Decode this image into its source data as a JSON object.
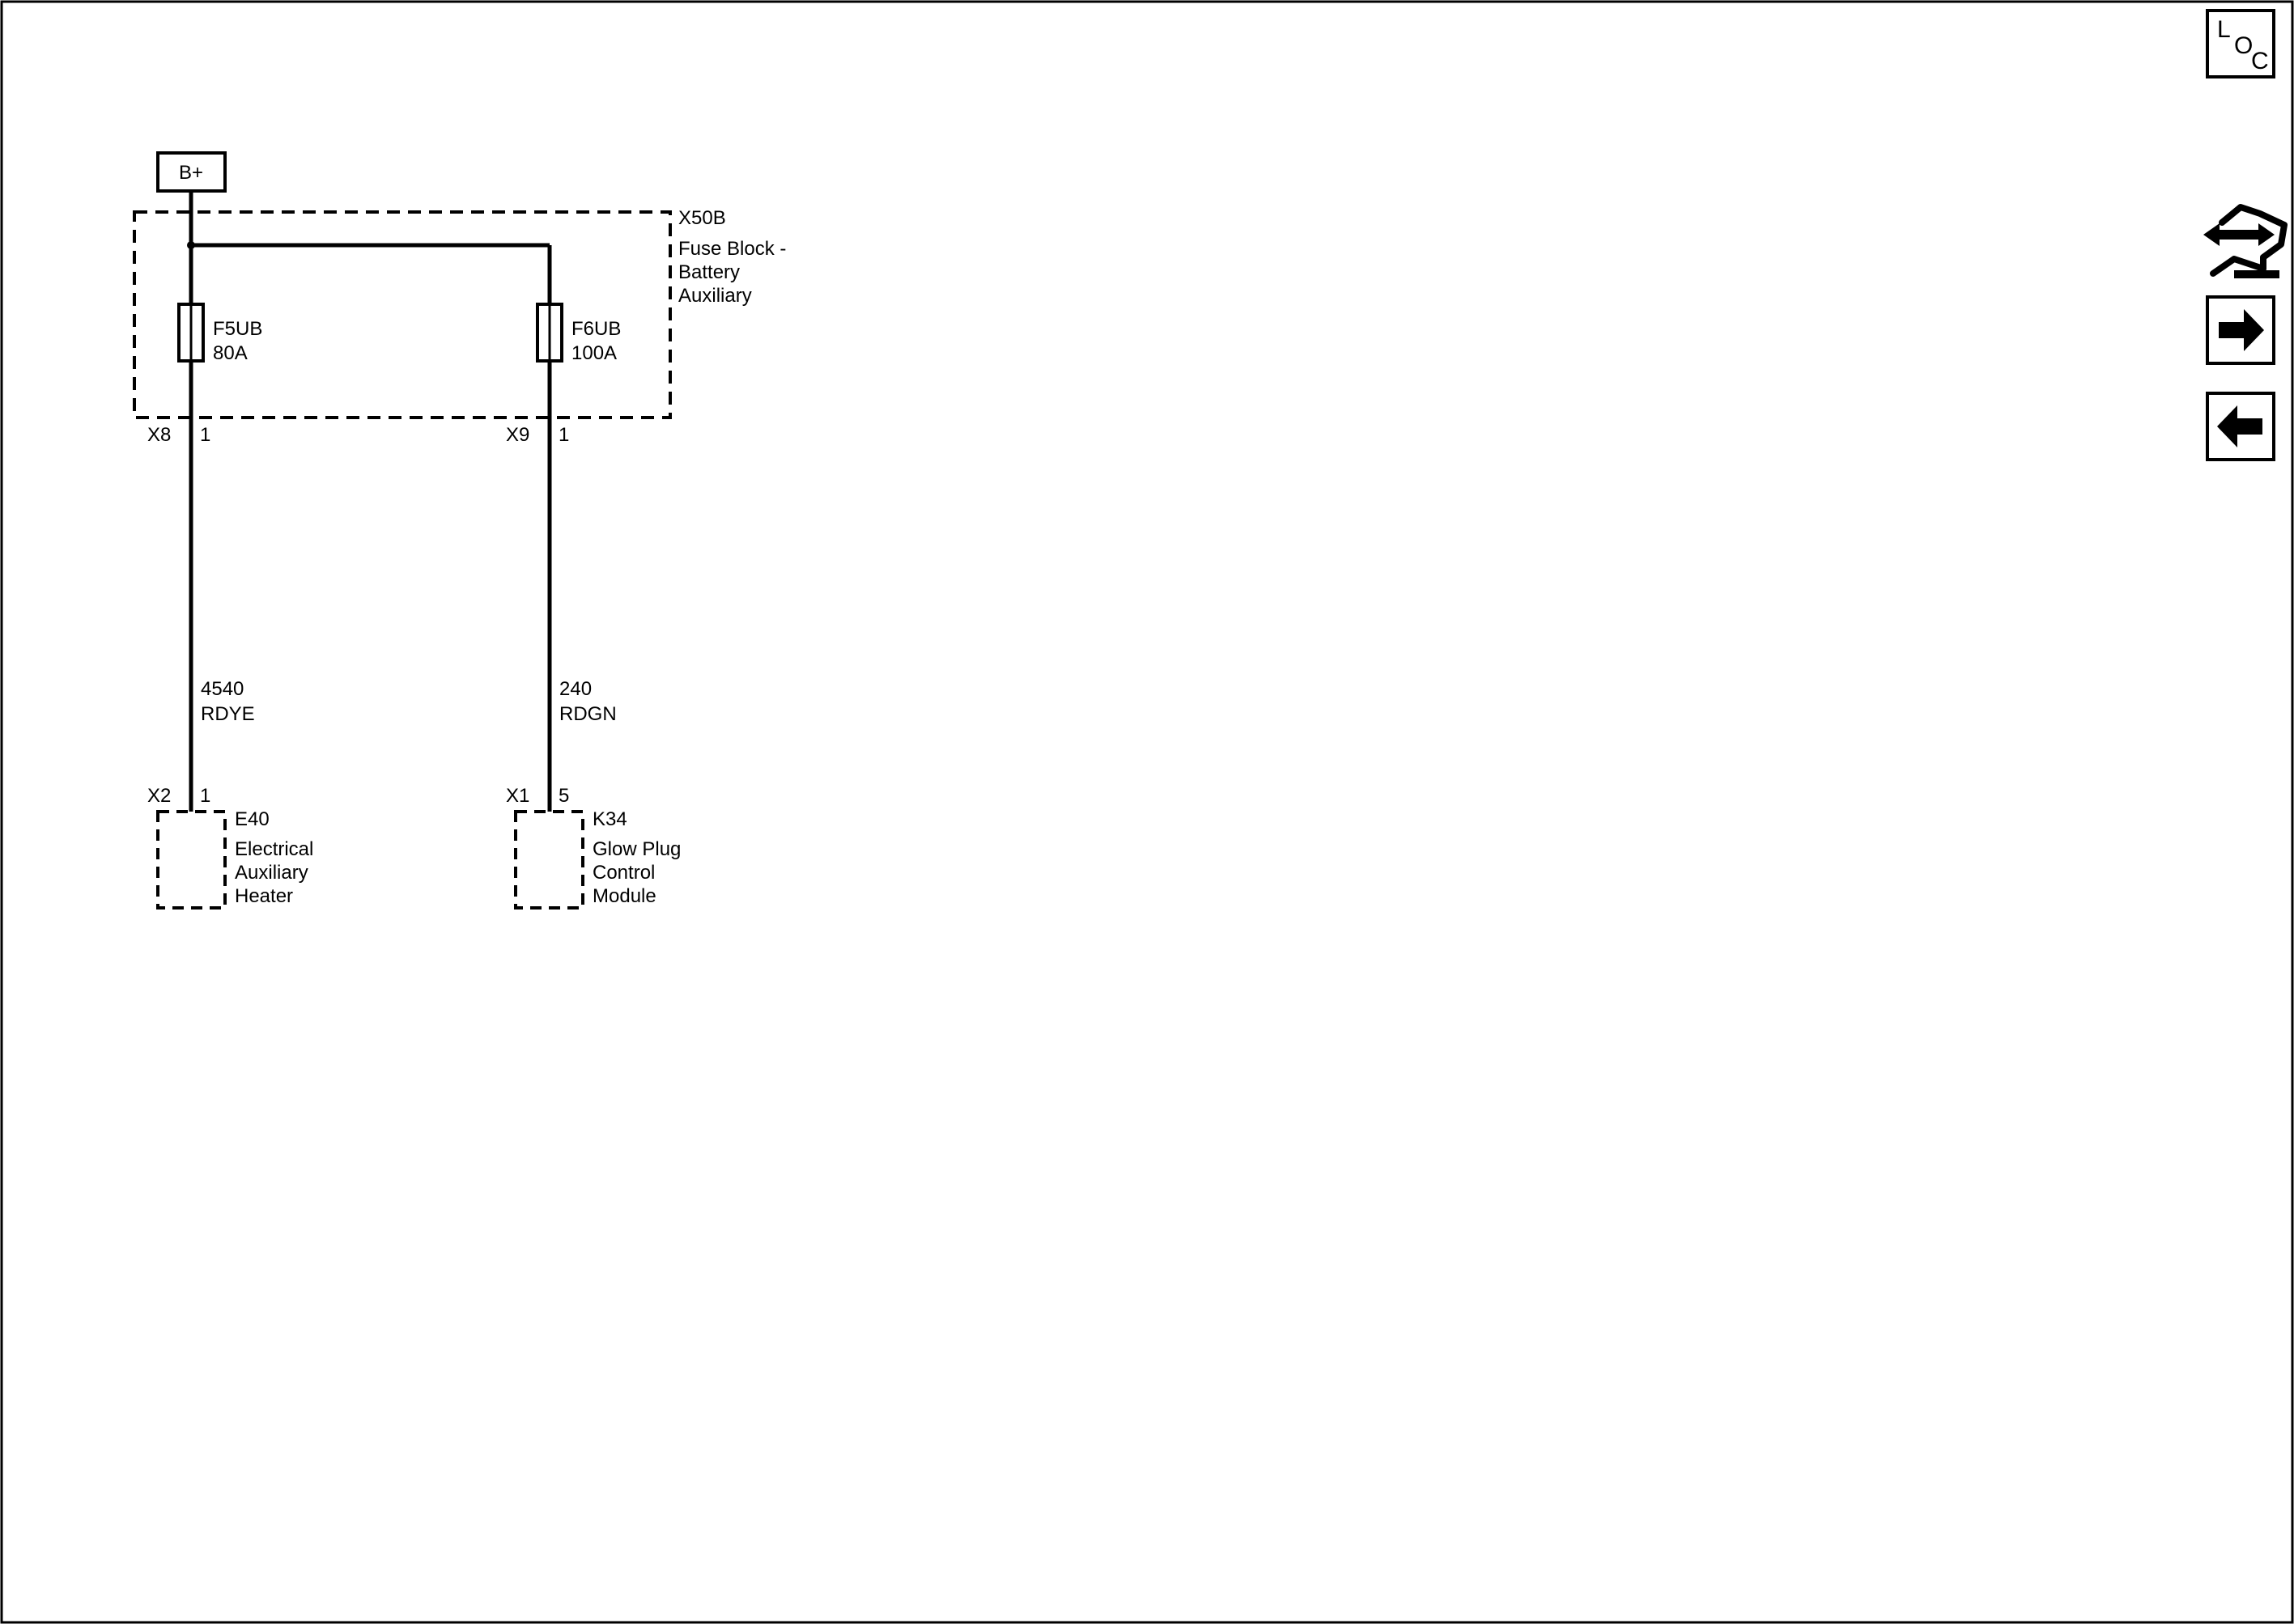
{
  "power_source": {
    "label": "B+"
  },
  "fuse_block": {
    "id": "X50B",
    "name_lines": [
      "Fuse Block -",
      "Battery",
      "Auxiliary"
    ],
    "fuses": [
      {
        "id": "F5UB",
        "rating": "80A"
      },
      {
        "id": "F6UB",
        "rating": "100A"
      }
    ],
    "outputs": [
      {
        "connector": "X8",
        "pin": "1"
      },
      {
        "connector": "X9",
        "pin": "1"
      }
    ]
  },
  "circuits": [
    {
      "number": "4540",
      "color_code": "RDYE"
    },
    {
      "number": "240",
      "color_code": "RDGN"
    }
  ],
  "components": [
    {
      "connector": "X2",
      "pin": "1",
      "id": "E40",
      "name_lines": [
        "Electrical",
        "Auxiliary",
        "Heater"
      ]
    },
    {
      "connector": "X1",
      "pin": "5",
      "id": "K34",
      "name_lines": [
        "Glow Plug",
        "Control",
        "Module"
      ]
    }
  ],
  "nav": {
    "loc_letters": [
      "L",
      "O",
      "C"
    ],
    "icons": [
      "connector-view-icon",
      "arrow-right-icon",
      "arrow-left-icon"
    ]
  }
}
